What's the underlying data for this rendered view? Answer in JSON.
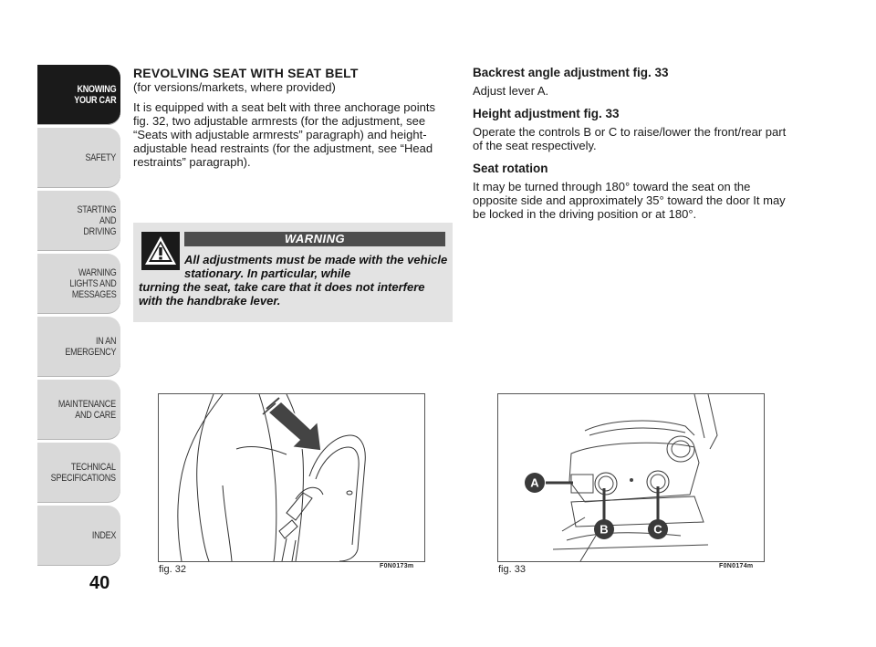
{
  "sidebar": {
    "tabs": [
      {
        "label": "KNOWING\nYOUR CAR",
        "active": true
      },
      {
        "label": "SAFETY",
        "active": false
      },
      {
        "label": "STARTING\nAND\nDRIVING",
        "active": false
      },
      {
        "label": "WARNING\nLIGHTS AND\nMESSAGES",
        "active": false
      },
      {
        "label": "IN AN\nEMERGENCY",
        "active": false
      },
      {
        "label": "MAINTENANCE\nAND CARE",
        "active": false
      },
      {
        "label": "TECHNICAL\nSPECIFICATIONS",
        "active": false
      },
      {
        "label": "INDEX",
        "active": false
      }
    ],
    "page_number": "40"
  },
  "left": {
    "title": "REVOLVING SEAT WITH SEAT BELT",
    "subtitle": "(for versions/markets, where provided)",
    "paragraph": "It is equipped with a seat belt with three anchorage points fig. 32, two adjustable armrests (for the adjustment, see “Seats with adjustable armrests” paragraph) and height-adjustable head restraints (for the adjustment, see “Head restraints” paragraph)."
  },
  "warning": {
    "label": "WARNING",
    "text_line1": "All adjustments must be made with the vehicle stationary. In particular, while",
    "text_rest": "turning the seat, take care that it does not interfere with the handbrake lever."
  },
  "right": {
    "backrest_heading": "Backrest angle adjustment fig. 33",
    "backrest_text": "Adjust lever A.",
    "height_heading": "Height adjustment fig. 33",
    "height_text": "Operate the controls B or C to raise/lower the front/rear part of the seat respectively.",
    "rotation_heading": "Seat rotation",
    "rotation_text": "It may be turned through 180° toward the seat on the opposite side and approximately 35° toward the door It may be locked in the driving position or at 180°."
  },
  "figures": {
    "fig32": {
      "caption": "fig. 32",
      "code": "F0N0173m"
    },
    "fig33": {
      "caption": "fig. 33",
      "code": "F0N0174m",
      "labels": {
        "a": "A",
        "b": "B",
        "c": "C"
      }
    }
  },
  "colors": {
    "tab_bg": "#d9d9d9",
    "tab_active": "#1a1a1a",
    "warning_bg": "#e3e3e3",
    "warning_bar": "#4d4d4d",
    "callout": "#3a3a3a"
  }
}
